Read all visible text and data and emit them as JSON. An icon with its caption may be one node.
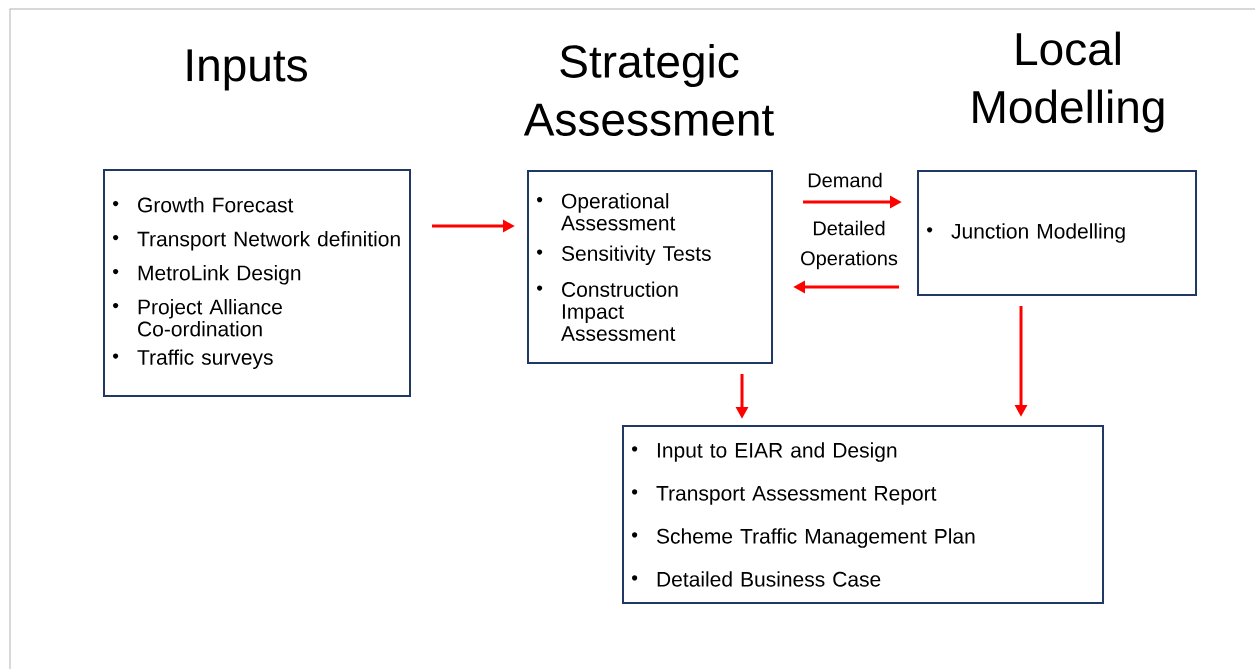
{
  "diagram": {
    "nodes": [
      {
        "text": [
          "Inputs",
          "Growth Forecast",
          "Transport Network definition",
          "MetroLink Design",
          "Project Alliance Co-ordination",
          "Traffic surveys"
        ]
      },
      {
        "text": [
          "Strategic Assessment",
          "Operational Assessment",
          "Sensitivity Tests",
          "Construction Impact Assessment"
        ]
      },
      {
        "text": [
          "Local Modelling",
          "Junction Modelling"
        ]
      },
      {
        "text": [
          "Input to EIAR and Design",
          "Transport Assessment Report",
          "Scheme Traffic Management Plan",
          "Detailed Business Case"
        ]
      }
    ],
    "edges": [
      {
        "from": 0,
        "to": 1,
        "arrow": "to"
      },
      {
        "from": 1,
        "to": 2,
        "arrow": "to",
        "label": "Demand"
      },
      {
        "from": 2,
        "to": 1,
        "arrow": "to",
        "label": "Detailed Operations"
      },
      {
        "from": 1,
        "to": 3,
        "arrow": "to"
      },
      {
        "from": 2,
        "to": 3,
        "arrow": "to"
      }
    ]
  }
}
